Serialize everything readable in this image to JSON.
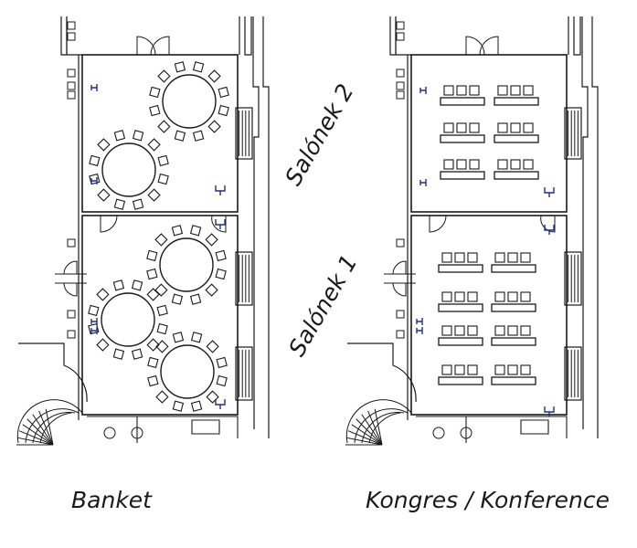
{
  "rooms": {
    "upper": "Salónek 2",
    "lower": "Salónek 1"
  },
  "layouts": {
    "left": "Banket",
    "right": "Kongres / Konference"
  },
  "colors": {
    "line": "#1a1a1a",
    "outlet": "#1f2f8f",
    "background": "#ffffff"
  }
}
